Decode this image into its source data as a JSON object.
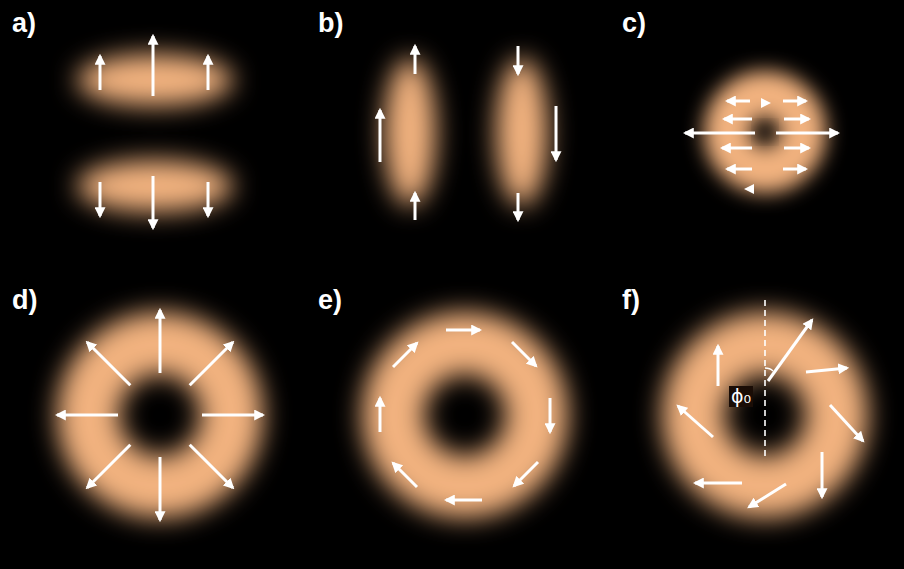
{
  "diagram": {
    "labels": [
      "a)",
      "b)",
      "c)",
      "d)",
      "e)",
      "f)",
      "ϕ₀"
    ]
  }
}
